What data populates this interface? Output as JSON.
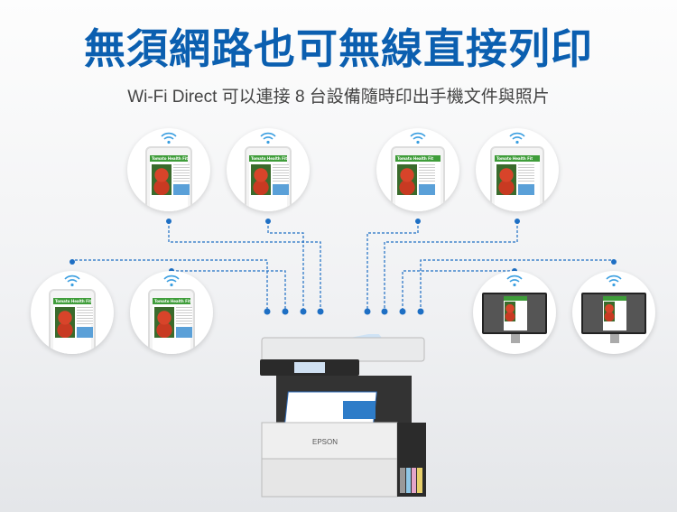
{
  "header": {
    "title": "無須網路也可無線直接列印",
    "subtitle": "Wi-Fi Direct 可以連接 8 台設備隨時印出手機文件與照片"
  },
  "devices": [
    {
      "type": "phone",
      "doc_title": "Tomato Health Fit"
    },
    {
      "type": "phone",
      "doc_title": "Tomato Health Fit"
    },
    {
      "type": "tablet",
      "doc_title": "Tomato Health Fit"
    },
    {
      "type": "tablet",
      "doc_title": "Tomato Health Fit"
    },
    {
      "type": "phone",
      "doc_title": "Tomato Health Fit"
    },
    {
      "type": "phone",
      "doc_title": "Tomato Health Fit"
    },
    {
      "type": "monitor",
      "doc_title": "Tomato Health Fit"
    },
    {
      "type": "monitor",
      "doc_title": "Tomato Health Fit"
    }
  ],
  "printer": {
    "brand": "EPSON"
  },
  "colors": {
    "title": "#0b5fb0",
    "line": "#1e6fc4"
  }
}
